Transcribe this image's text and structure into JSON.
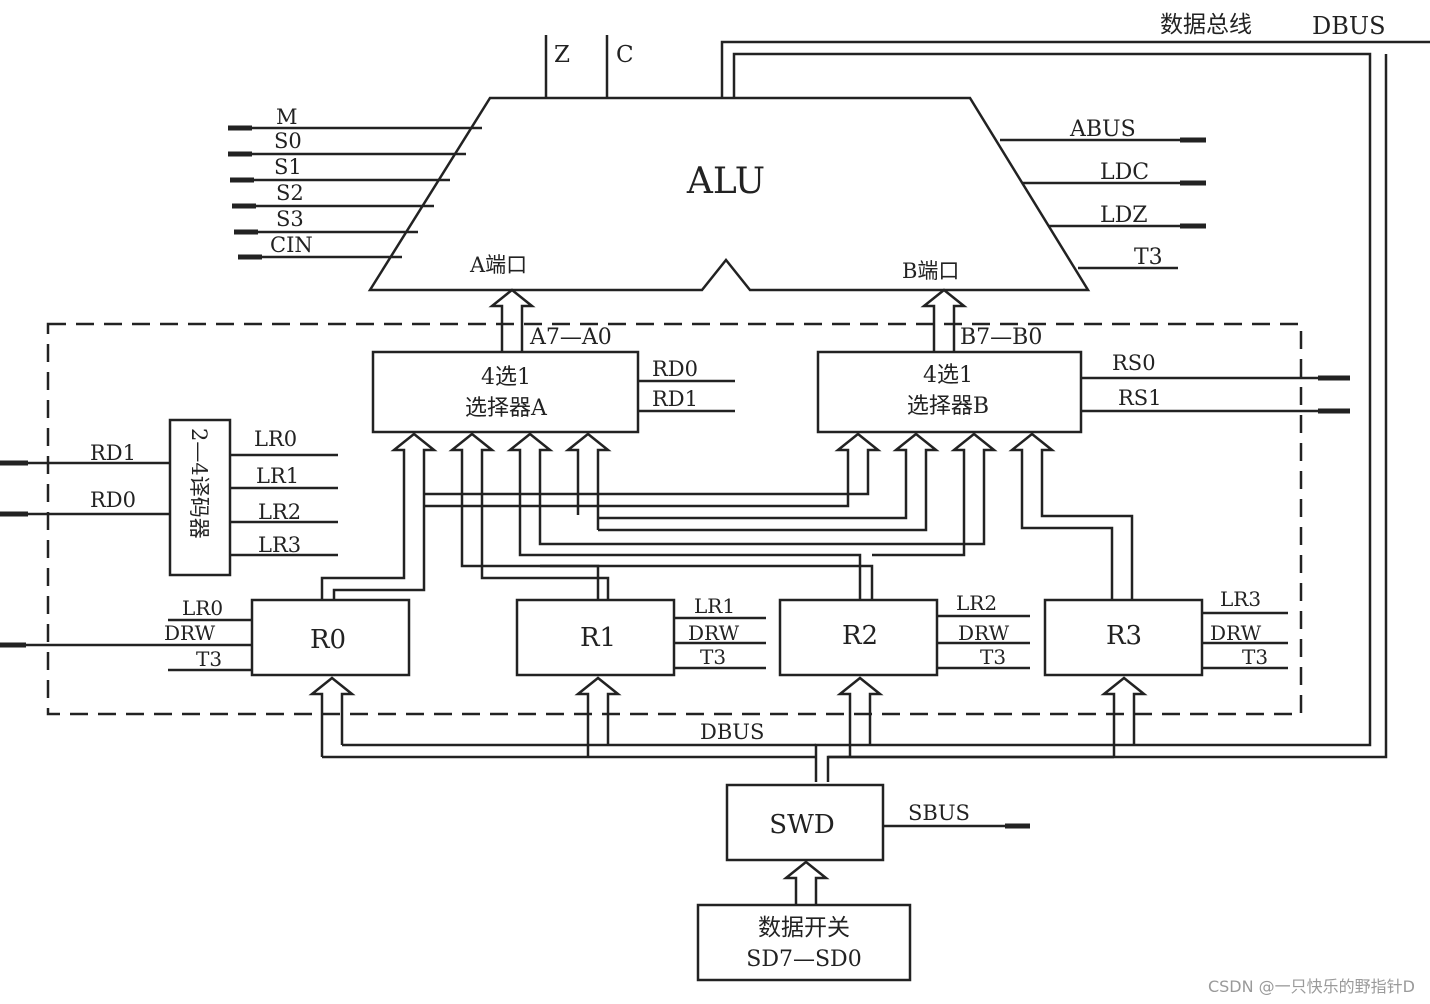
{
  "bus_title": {
    "cn": "数据总线",
    "en": "DBUS"
  },
  "alu": {
    "title": "ALU",
    "flags": [
      "Z",
      "C"
    ],
    "left_inputs": [
      "M",
      "S0",
      "S1",
      "S2",
      "S3",
      "CIN"
    ],
    "right_signals": [
      "ABUS",
      "LDC",
      "LDZ",
      "T3"
    ],
    "port_a": "A端口",
    "port_b": "B端口"
  },
  "bus_a_label": "A7—A0",
  "bus_b_label": "B7—B0",
  "mux_a": {
    "line1": "4选1",
    "line2": "选择器A",
    "signals": [
      "RD0",
      "RD1"
    ]
  },
  "mux_b": {
    "line1": "4选1",
    "line2": "选择器B",
    "signals": [
      "RS0",
      "RS1"
    ]
  },
  "decoder": {
    "label": "2—4译码器",
    "inputs": [
      "RD1",
      "RD0"
    ],
    "outputs": [
      "LR0",
      "LR1",
      "LR2",
      "LR3"
    ]
  },
  "registers": [
    {
      "name": "R0",
      "lr": "LR0",
      "drw": "DRW",
      "t3": "T3"
    },
    {
      "name": "R1",
      "lr": "LR1",
      "drw": "DRW",
      "t3": "T3"
    },
    {
      "name": "R2",
      "lr": "LR2",
      "drw": "DRW",
      "t3": "T3"
    },
    {
      "name": "R3",
      "lr": "LR3",
      "drw": "DRW",
      "t3": "T3"
    }
  ],
  "dbus_label": "DBUS",
  "swd": {
    "name": "SWD",
    "signal": "SBUS"
  },
  "data_switch": {
    "line1": "数据开关",
    "line2": "SD7—SD0"
  },
  "watermark": "CSDN @一只快乐的野指针D"
}
